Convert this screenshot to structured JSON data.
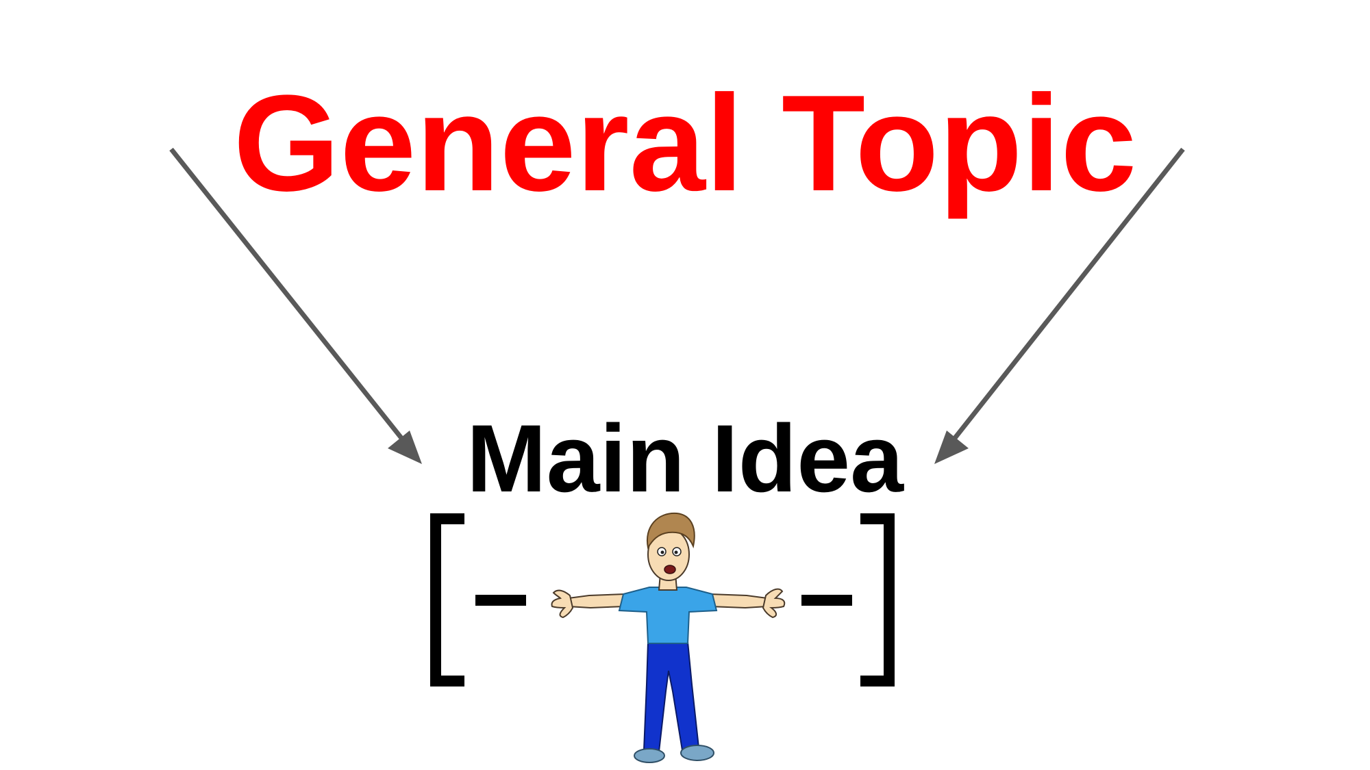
{
  "diagram": {
    "title": "General Topic",
    "subtitle": "Main Idea"
  },
  "colors": {
    "title": "#ff0000",
    "subtitle": "#000000",
    "arrow": "#595959",
    "bracket": "#000000",
    "shirt": "#3aa4e8",
    "pants": "#1133cc",
    "skin": "#f7dcb4",
    "hair": "#b08650",
    "shoes": "#7aa7c7"
  },
  "icons": {
    "figure": "person-arms-outstretched"
  }
}
